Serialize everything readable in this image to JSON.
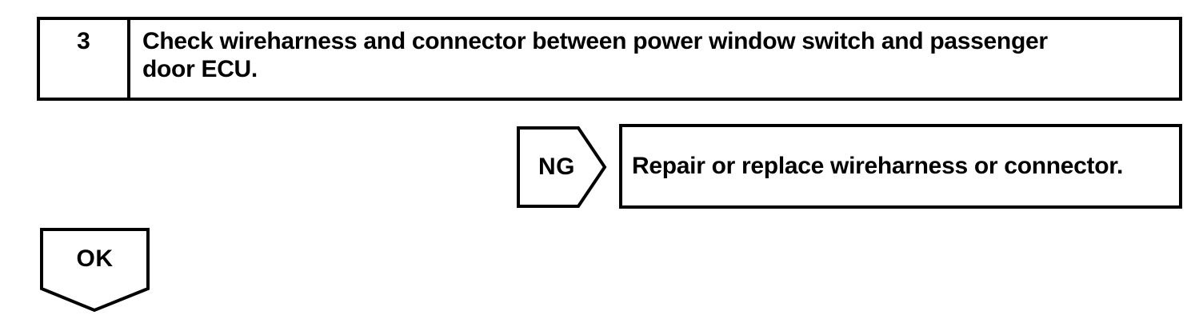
{
  "flowchart": {
    "step": {
      "number": "3",
      "instruction_lines": [
        "Check wireharness and connector between power window switch and passenger",
        "door ECU."
      ]
    },
    "ng_branch": {
      "label": "NG",
      "action": "Repair or replace wireharness or connector."
    },
    "ok_branch": {
      "label": "OK"
    },
    "colors": {
      "ink": "#000000",
      "background": "#ffffff"
    }
  }
}
